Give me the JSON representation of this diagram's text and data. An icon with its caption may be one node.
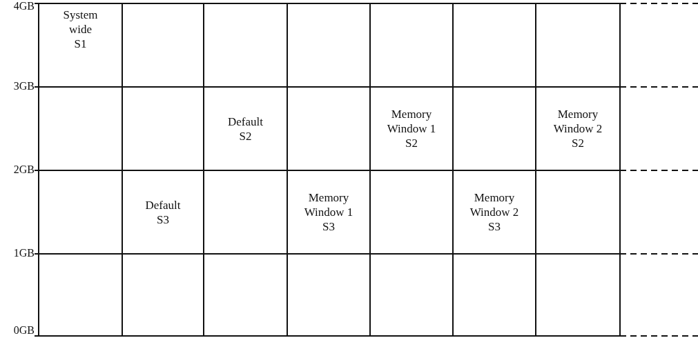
{
  "diagram": {
    "nodes": [
      {
        "text": [
          "System wide",
          "S1"
        ]
      },
      {
        "text": [
          "Default",
          "S2"
        ]
      },
      {
        "text": [
          "Memory Window 1",
          "S2"
        ]
      },
      {
        "text": [
          "Memory Window 2",
          "S2"
        ]
      },
      {
        "text": [
          "Default",
          "S3"
        ]
      },
      {
        "text": [
          "Memory Window 1",
          "S3"
        ]
      },
      {
        "text": [
          "Memory Window 2",
          "S3"
        ]
      }
    ],
    "labels": [
      "4GB",
      "3GB",
      "2GB",
      "1GB",
      "0GB"
    ]
  }
}
